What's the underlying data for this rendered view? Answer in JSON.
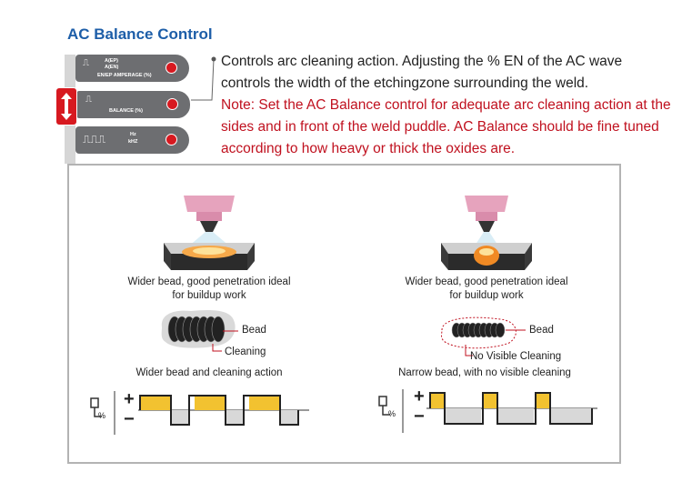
{
  "title": "AC Balance Control",
  "description": "Controls arc cleaning action. Adjusting the % EN of the AC wave controls the width of the etchingzone surrounding the weld.",
  "note": "Note: Set the AC Balance control for adequate arc cleaning action at the sides and in front of the weld puddle. AC Balance should be fine tuned according to how heavy or thick the oxides are.",
  "panel": {
    "amperage_label": "EN/EP AMPERAGE (%)",
    "amperage_sub_a": "A(EP)",
    "amperage_sub_b": "A(EN)",
    "balance_label": "BALANCE (%)",
    "freq_label_a": "Hz",
    "freq_label_b": "kHZ",
    "percent_symbol": "%"
  },
  "left": {
    "caption": "Wider bead, good penetration ideal\nfor buildup work",
    "bead_label": "Bead",
    "cleaning_label": "Cleaning",
    "summary": "Wider bead and cleaning action",
    "plus": "+",
    "minus": "−",
    "percent": "%"
  },
  "right": {
    "caption": "Wider bead, good penetration ideal\nfor buildup work",
    "bead_label": "Bead",
    "cleaning_label": "No Visible Cleaning",
    "summary": "Narrow bead, with no visible cleaning",
    "plus": "+",
    "minus": "−",
    "percent": "%"
  },
  "colors": {
    "title": "#1d5ea8",
    "note": "#c0111f",
    "led": "#d71920",
    "panel": "#6d6e71",
    "wave_fill": "#f2c230"
  }
}
